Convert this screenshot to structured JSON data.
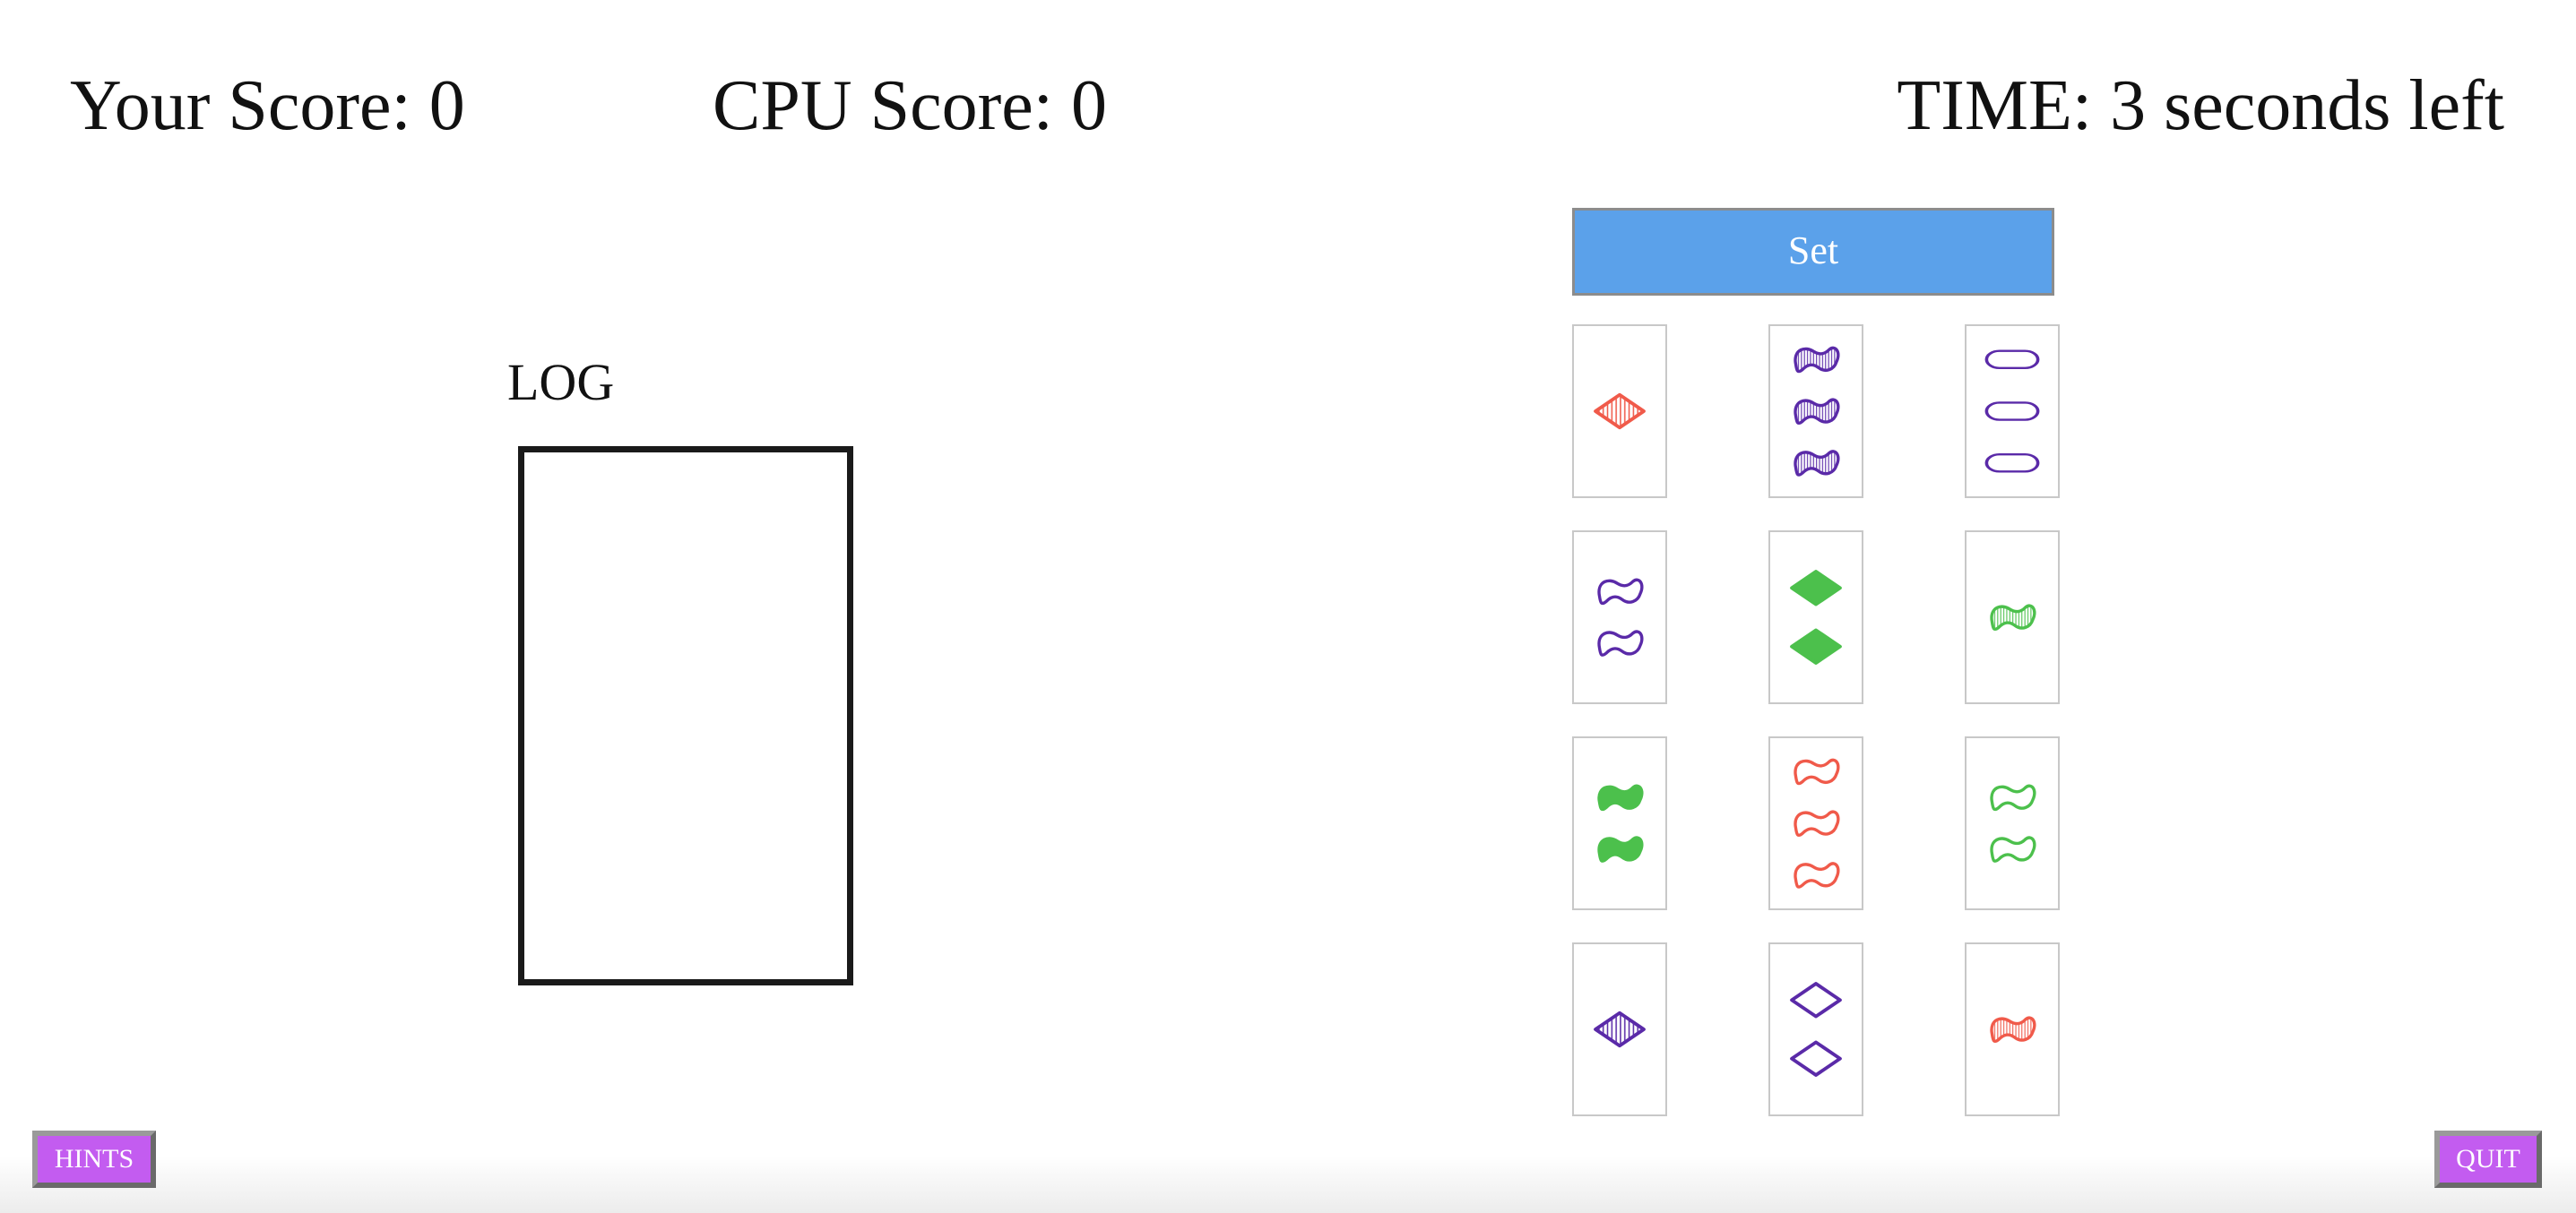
{
  "header": {
    "your_score": "Your Score: 0",
    "cpu_score": "CPU Score: 0",
    "timer": "TIME: 3 seconds left"
  },
  "log": {
    "label": "LOG",
    "entries": []
  },
  "set_button_label": "Set",
  "hints_label": "HINTS",
  "quit_label": "QUIT",
  "colors": {
    "red": "#f05a4a",
    "purple": "#5a2aa8",
    "green": "#4cc04c",
    "set_button": "#5ba1ea",
    "control_button": "#c35cf0"
  },
  "cards": [
    {
      "count": 1,
      "color": "red",
      "shape": "diamond",
      "fill": "striped"
    },
    {
      "count": 3,
      "color": "purple",
      "shape": "squiggle",
      "fill": "striped"
    },
    {
      "count": 3,
      "color": "purple",
      "shape": "oval",
      "fill": "open"
    },
    {
      "count": 2,
      "color": "purple",
      "shape": "squiggle",
      "fill": "open"
    },
    {
      "count": 2,
      "color": "green",
      "shape": "diamond",
      "fill": "solid"
    },
    {
      "count": 1,
      "color": "green",
      "shape": "squiggle",
      "fill": "striped"
    },
    {
      "count": 2,
      "color": "green",
      "shape": "squiggle",
      "fill": "solid"
    },
    {
      "count": 3,
      "color": "red",
      "shape": "squiggle",
      "fill": "open"
    },
    {
      "count": 2,
      "color": "green",
      "shape": "squiggle",
      "fill": "open"
    },
    {
      "count": 1,
      "color": "purple",
      "shape": "diamond",
      "fill": "striped"
    },
    {
      "count": 2,
      "color": "purple",
      "shape": "diamond",
      "fill": "open"
    },
    {
      "count": 1,
      "color": "red",
      "shape": "squiggle",
      "fill": "striped"
    }
  ]
}
